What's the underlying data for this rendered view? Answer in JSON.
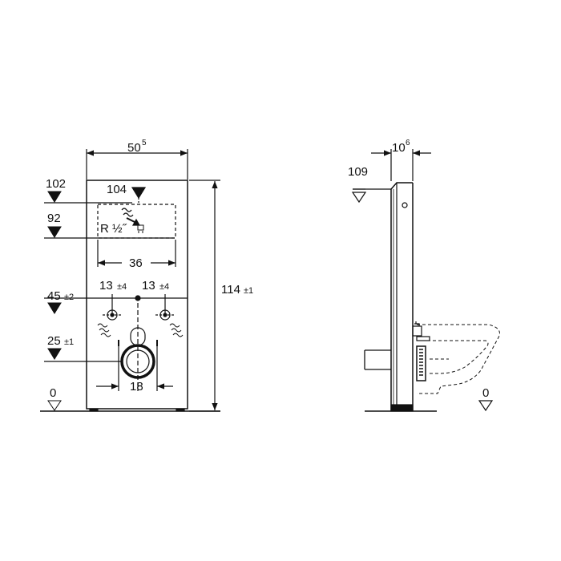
{
  "front_view": {
    "width": {
      "value": "50",
      "sup": "5"
    },
    "height": {
      "value": "114",
      "tol": "±1"
    },
    "levels": [
      {
        "value": "102",
        "tol": ""
      },
      {
        "value": "92",
        "tol": ""
      },
      {
        "value": "45",
        "tol": "±2"
      },
      {
        "value": "25",
        "tol": "±1"
      },
      {
        "value": "0",
        "tol": ""
      }
    ],
    "top_marker": "104",
    "connection_label": "R ½˝",
    "span_36": "36",
    "offset_left": {
      "value": "13",
      "tol": "±4"
    },
    "offset_right": {
      "value": "13",
      "tol": "±4"
    },
    "drain_width": "18"
  },
  "side_view": {
    "depth": {
      "value": "10",
      "sup": "6"
    },
    "top_level": "109",
    "floor_level": "0"
  }
}
